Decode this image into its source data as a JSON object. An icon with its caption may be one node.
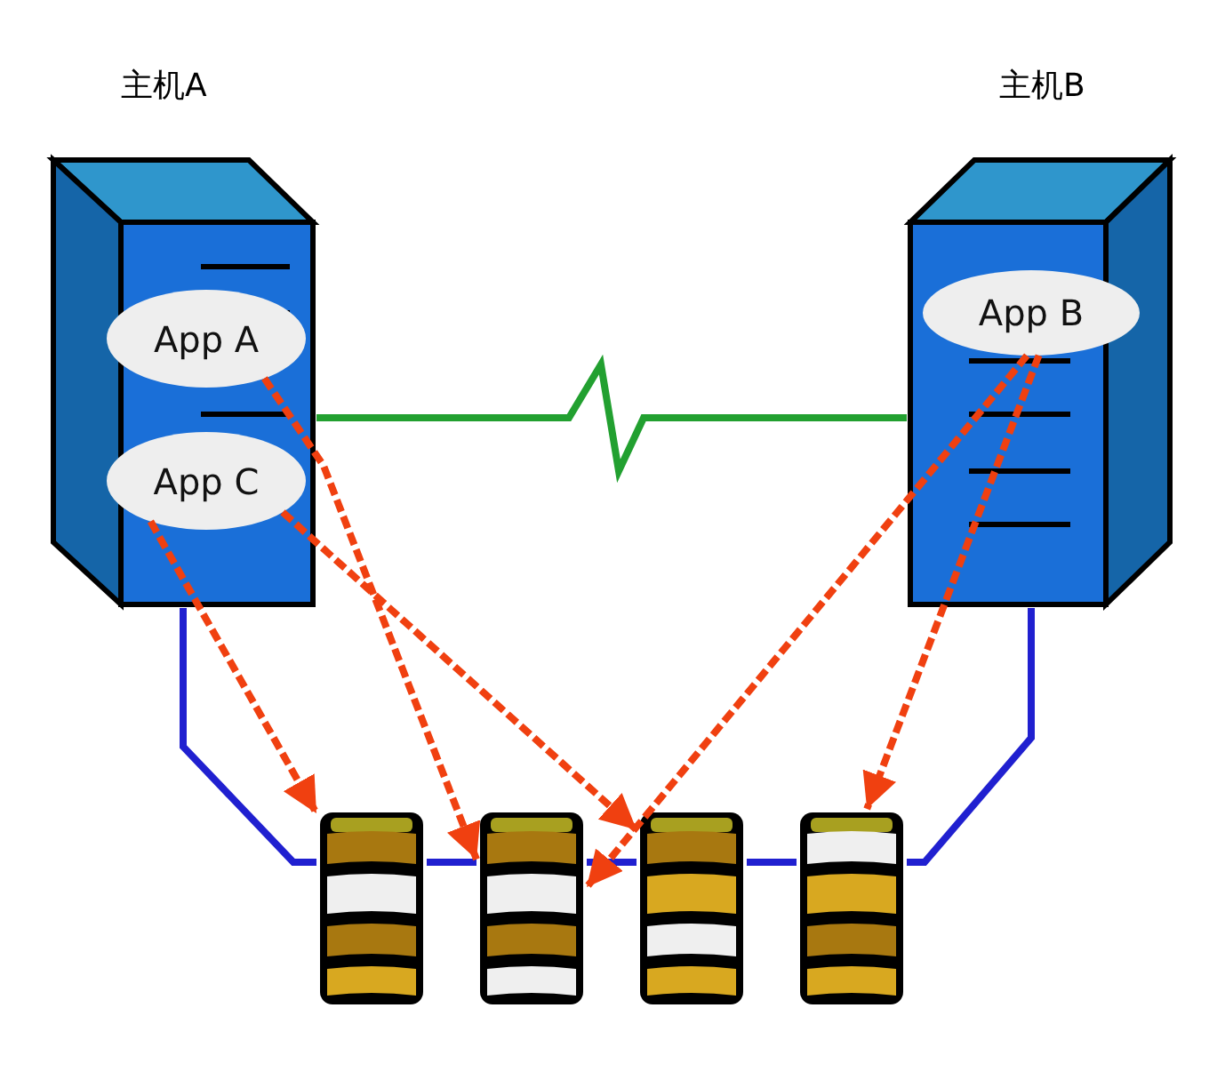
{
  "diagram": {
    "nodes": [
      {
        "text": [
          "主机A"
        ]
      },
      {
        "text": [
          "App A"
        ],
        "in": 0
      },
      {
        "text": [
          "App C"
        ],
        "in": 0
      },
      {
        "text": [
          "主机B"
        ]
      },
      {
        "text": [
          "App B"
        ],
        "in": 3
      },
      {
        "text": [],
        "shape": "cylinder"
      },
      {
        "text": [],
        "shape": "cylinder"
      },
      {
        "text": [],
        "shape": "cylinder"
      },
      {
        "text": [],
        "shape": "cylinder"
      }
    ],
    "edges": [
      {
        "from": 0,
        "to": 3,
        "arrow": "none",
        "color": "#22a030"
      },
      {
        "from": 0,
        "to": 5,
        "arrow": "none",
        "color": "#2020d0"
      },
      {
        "from": 5,
        "to": 6,
        "arrow": "none",
        "color": "#2020d0"
      },
      {
        "from": 6,
        "to": 7,
        "arrow": "none",
        "color": "#2020d0"
      },
      {
        "from": 7,
        "to": 8,
        "arrow": "none",
        "color": "#2020d0"
      },
      {
        "from": 8,
        "to": 3,
        "arrow": "none",
        "color": "#2020d0"
      },
      {
        "from": 2,
        "to": 5,
        "arrow": "to",
        "style": "dashed",
        "color": "#f04010"
      },
      {
        "from": 1,
        "to": 6,
        "arrow": "to",
        "style": "dashed",
        "color": "#f04010"
      },
      {
        "from": 2,
        "to": 7,
        "arrow": "to",
        "style": "dashed",
        "color": "#f04010"
      },
      {
        "from": 4,
        "to": 6,
        "arrow": "to",
        "style": "dashed",
        "color": "#f04010"
      },
      {
        "from": 4,
        "to": 8,
        "arrow": "to",
        "style": "dashed",
        "color": "#f04010"
      }
    ]
  }
}
